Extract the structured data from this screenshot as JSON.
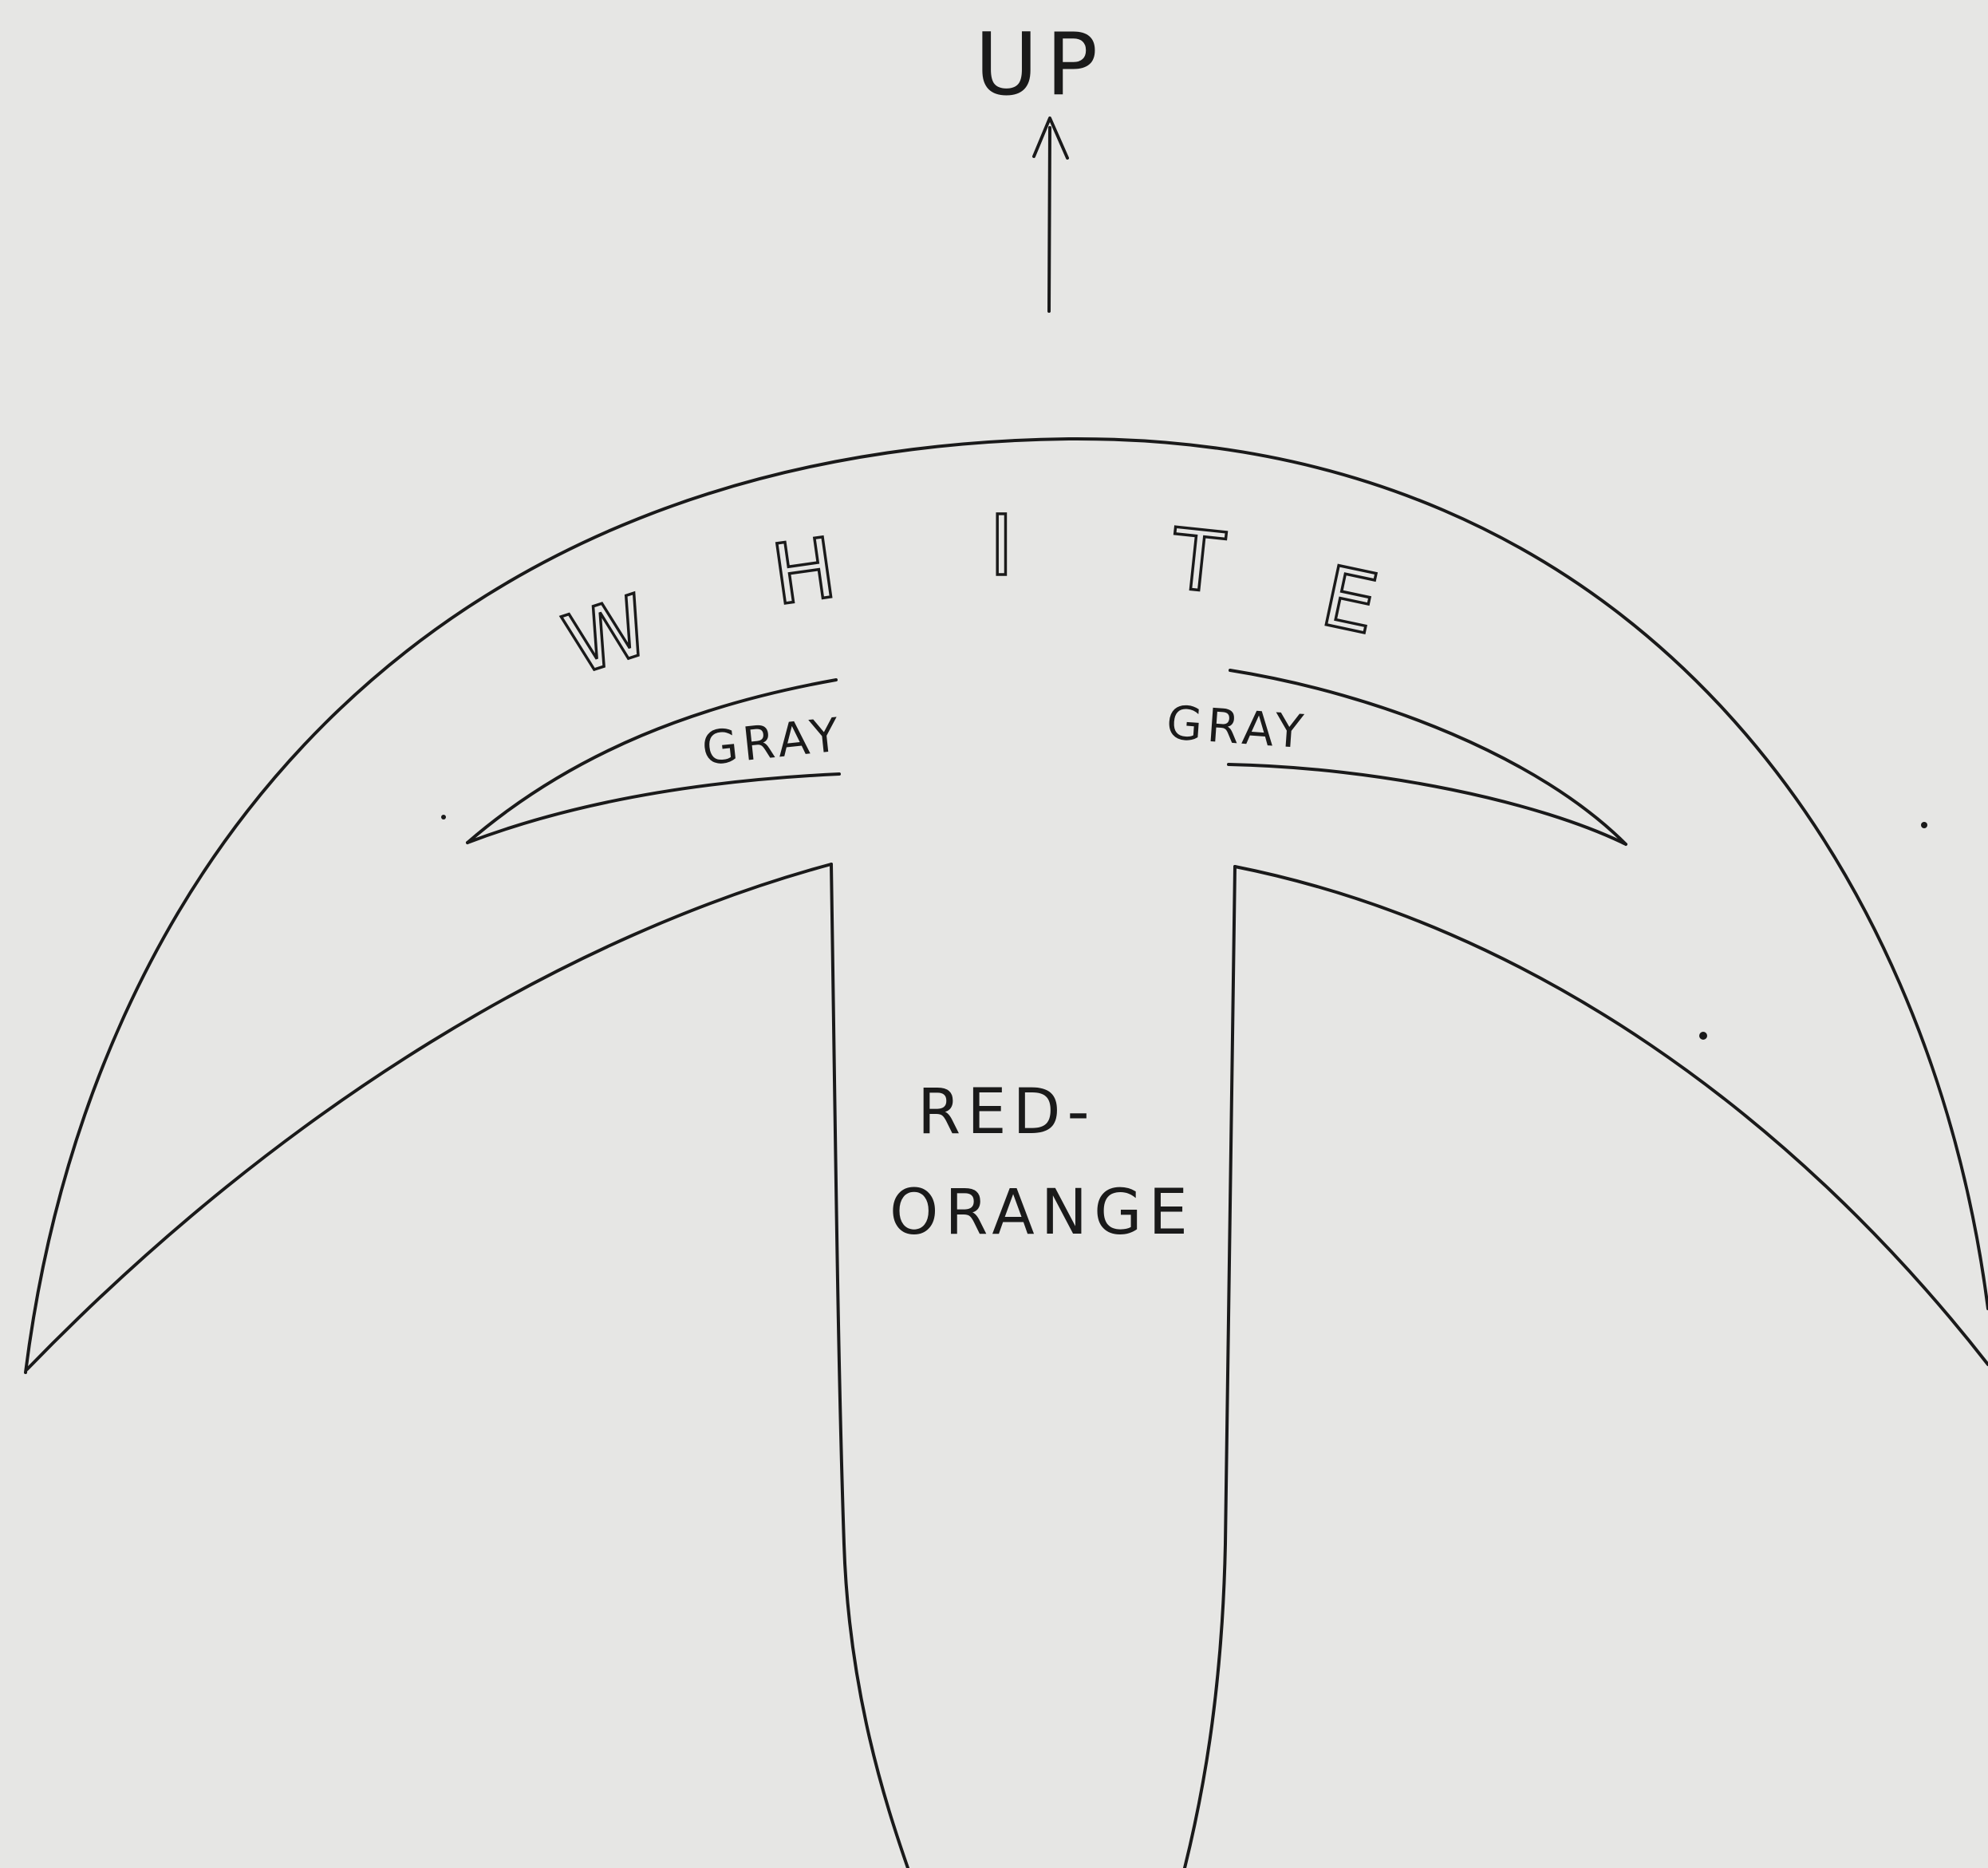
{
  "labels": {
    "up": "UP",
    "white_letters": [
      "W",
      "H",
      "I",
      "T",
      "E"
    ],
    "gray_left": "GRAY",
    "gray_right": "GRAY",
    "center_line1": "RED-",
    "center_line2": "ORANGE"
  },
  "colors": {
    "background": "#e6e6e4",
    "ink": "#1a1a1a"
  }
}
